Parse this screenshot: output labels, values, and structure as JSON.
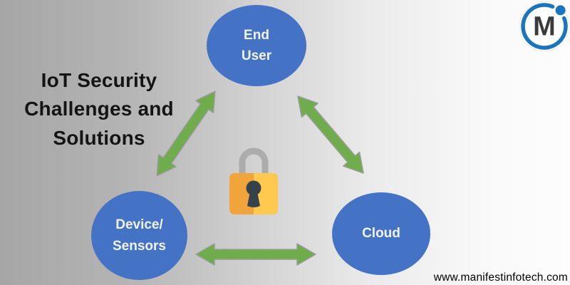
{
  "header": {
    "title_lines": [
      "IoT Security",
      "Challenges and",
      "Solutions"
    ]
  },
  "diagram": {
    "nodes": {
      "end_user": {
        "line1": "End",
        "line2": "User"
      },
      "device_sensors": {
        "line1": "Device/",
        "line2": "Sensors"
      },
      "cloud": {
        "line1": "Cloud"
      }
    },
    "edges": [
      {
        "from": "device_sensors",
        "to": "end_user",
        "bidirectional": true
      },
      {
        "from": "end_user",
        "to": "cloud",
        "bidirectional": true
      },
      {
        "from": "device_sensors",
        "to": "cloud",
        "bidirectional": true
      }
    ],
    "center_icon": "padlock-icon"
  },
  "logo": {
    "letter": "M"
  },
  "footer": {
    "website": "www.manifestinfotech.com"
  },
  "colors": {
    "background_left": "#a6a6a6",
    "background_right": "#fdfdfd",
    "node_fill": "#4472C4",
    "node_text": "#F1F3F8",
    "arrow_fill": "#6FAC4C",
    "arrow_stroke": "#9C9C9C",
    "lock_shackle": "#ACACAC",
    "lock_body_left": "#F2A43C",
    "lock_body_right": "#FFC94F",
    "lock_keyhole": "#36424B",
    "logo_ring_blue": "#1B75BC",
    "logo_letter_color": "#3B3B3B",
    "title_text": "#141414",
    "footer_text": "#000000"
  }
}
